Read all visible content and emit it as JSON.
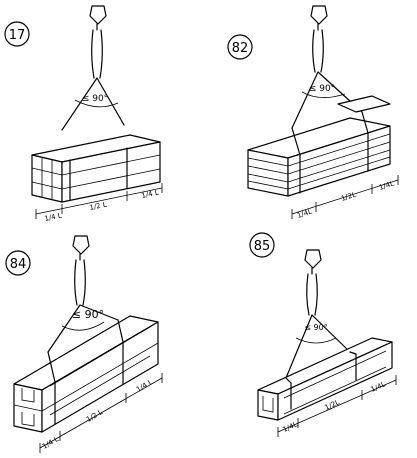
{
  "figures": [
    {
      "number": "17",
      "angle_label": "≤ 90°",
      "dimension_labels": [
        "1/4 L",
        "1/2 L",
        "1/4 L"
      ]
    },
    {
      "number": "82",
      "angle_label": "≤ 90°",
      "dimension_labels": [
        "1/4L",
        "1/2L",
        "1/4L"
      ]
    },
    {
      "number": "84",
      "angle_label": "≤ 90°",
      "dimension_labels": [
        "1/4 L",
        "1/2 L",
        "1/4 L"
      ]
    },
    {
      "number": "85",
      "angle_label": "≤ 90°",
      "dimension_labels": [
        "1/4L",
        "1/2L",
        "1/4L"
      ]
    }
  ]
}
